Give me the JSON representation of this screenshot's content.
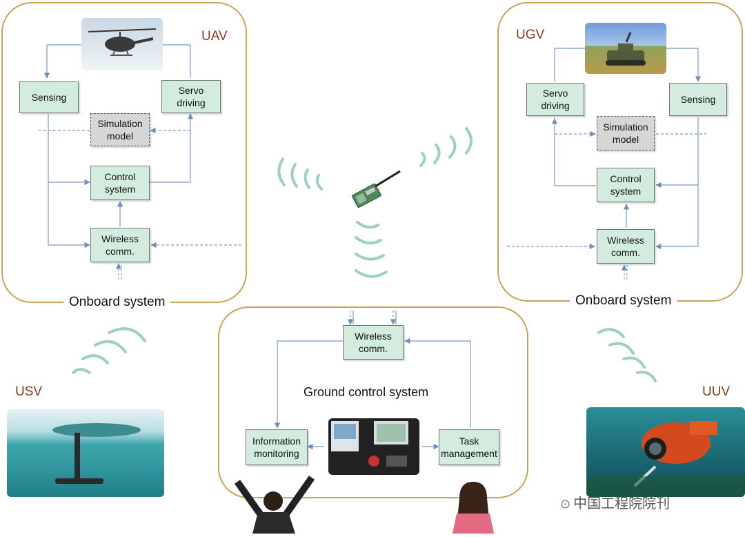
{
  "uav": {
    "label": "UAV",
    "frame_title": "Onboard system",
    "boxes": {
      "sensing": "Sensing",
      "servo": "Servo\ndriving",
      "simulation": "Simulation\nmodel",
      "control": "Control\nsystem",
      "wireless": "Wireless\ncomm."
    }
  },
  "ugv": {
    "label": "UGV",
    "frame_title": "Onboard system",
    "boxes": {
      "servo": "Servo\ndriving",
      "sensing": "Sensing",
      "simulation": "Simulation\nmodel",
      "control": "Control\nsystem",
      "wireless": "Wireless\ncomm."
    }
  },
  "gcs": {
    "title": "Ground control system",
    "boxes": {
      "wireless": "Wireless\ncomm.",
      "information": "Information\nmonitoring",
      "task": "Task\nmanagement"
    }
  },
  "usv": {
    "label": "USV"
  },
  "uuv": {
    "label": "UUV"
  },
  "watermark": {
    "text": "中国工程院院刊"
  },
  "colors": {
    "frame": "#c9a456",
    "box_fill": "#d4ecdf",
    "sim_fill": "#d6d6d6",
    "arrow": "#6f8fbf",
    "vehicle_label": "#8a3a1f",
    "signal": "#4aa89a"
  }
}
